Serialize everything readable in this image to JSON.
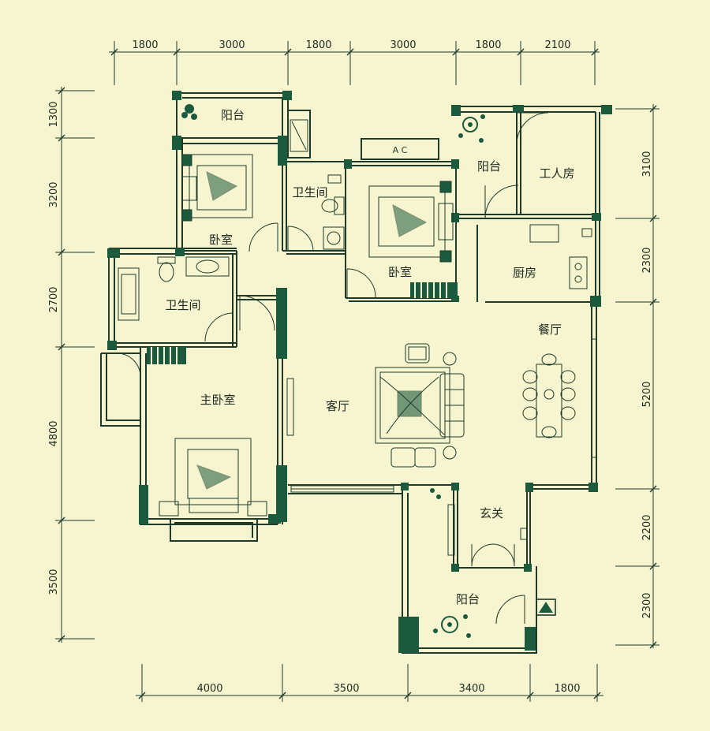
{
  "dimensions": {
    "top": [
      "1800",
      "3000",
      "1800",
      "3000",
      "1800",
      "2100"
    ],
    "bottom": [
      "4000",
      "3500",
      "3400",
      "1800"
    ],
    "left": [
      "1300",
      "3200",
      "2700",
      "4800",
      "3500"
    ],
    "right": [
      "3100",
      "2300",
      "5200",
      "2200",
      "2300"
    ]
  },
  "rooms": {
    "balcony_top": "阳台",
    "bedroom_left": "卧室",
    "bathroom_center": "卫生间",
    "bedroom_center": "卧室",
    "balcony_right": "阳台",
    "servant_room": "工人房",
    "kitchen": "厨房",
    "bathroom_left": "卫生间",
    "dining_room": "餐厅",
    "master_bedroom": "主卧室",
    "living_room": "客厅",
    "foyer": "玄关",
    "balcony_bottom": "阳台"
  },
  "ac_label": "A C",
  "colors": {
    "background": "#f7f5d0",
    "wall": "#1b5a3c",
    "line": "#1e3a2a"
  }
}
